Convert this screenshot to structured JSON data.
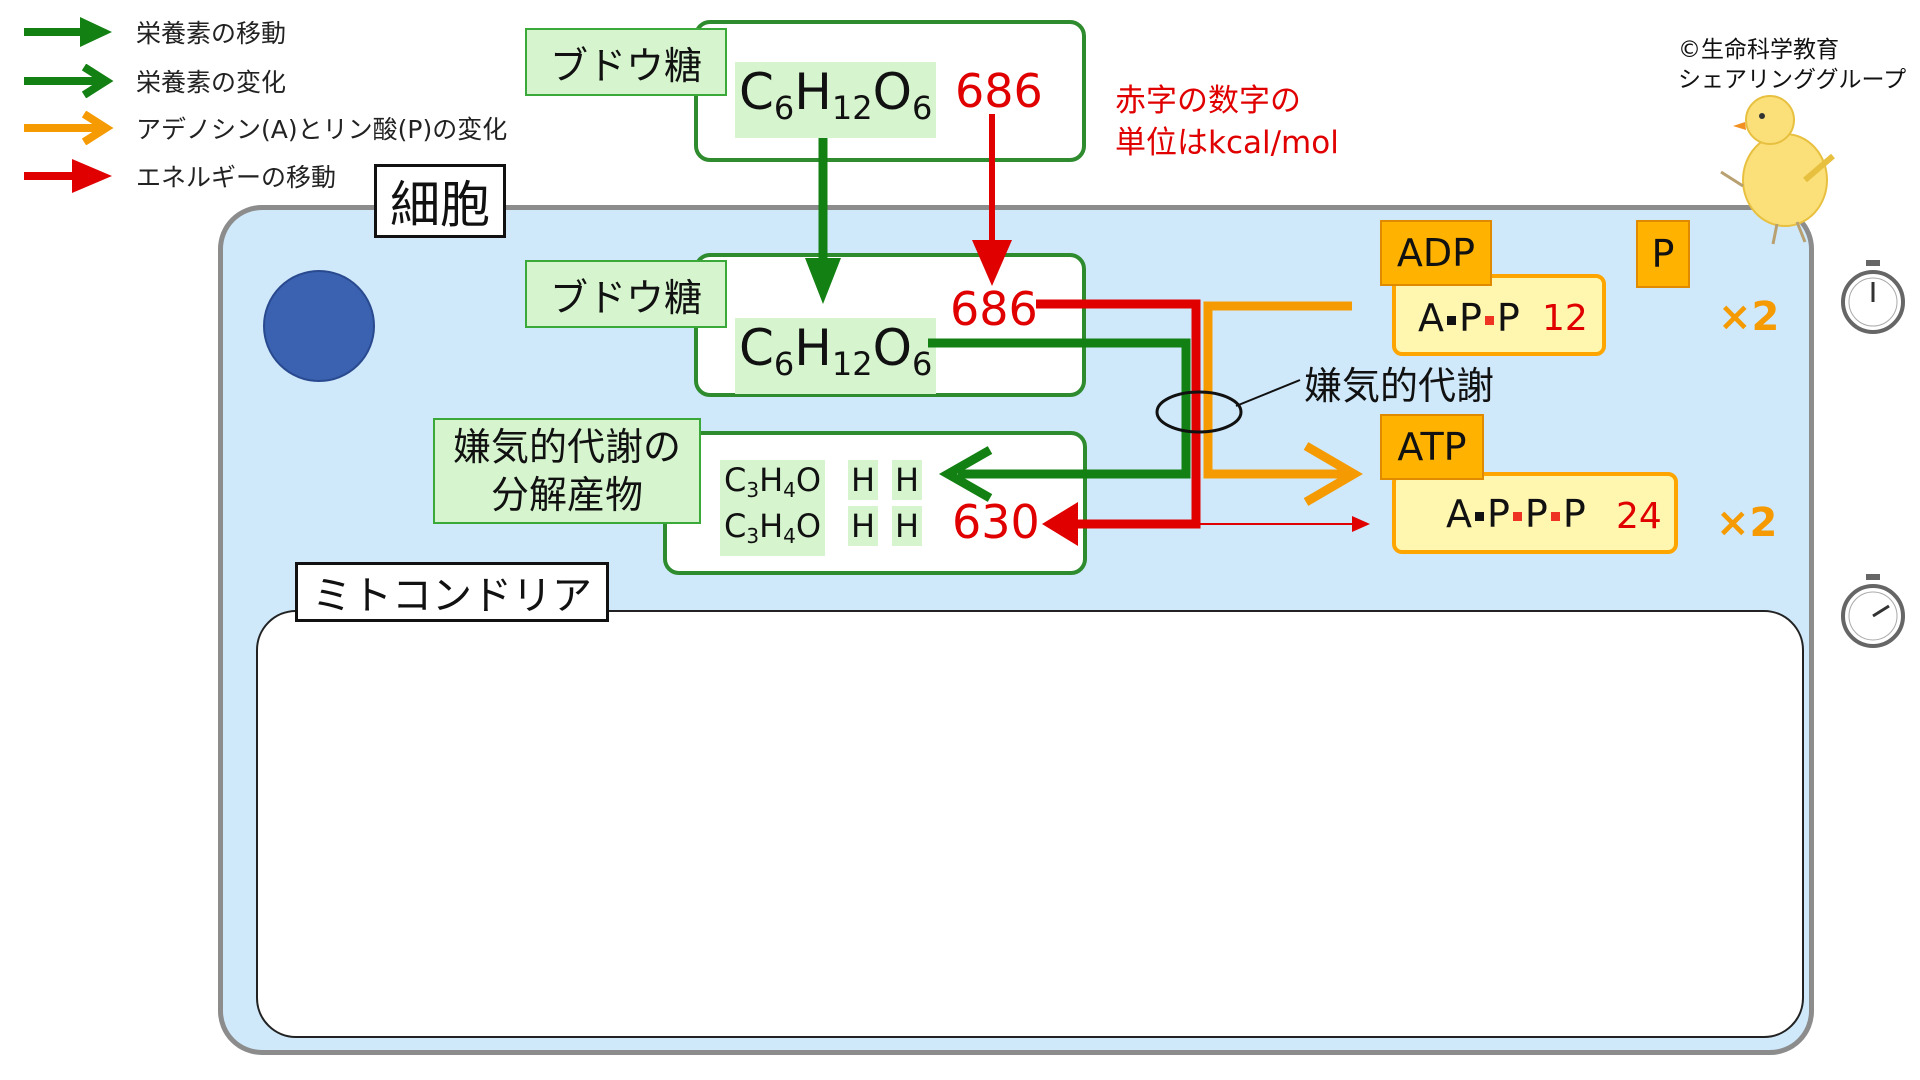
{
  "legend": [
    {
      "label": "栄養素の移動",
      "color": "#138013"
    },
    {
      "label": "栄養素の変化",
      "color": "#138013"
    },
    {
      "label": "アデノシン(A)とリン酸(P)の変化",
      "color": "#f59a00"
    },
    {
      "label": "エネルギーの移動",
      "color": "#e00000"
    }
  ],
  "cell_label": "細胞",
  "mito_label": "ミトコンドリア",
  "glucose_label": "ブドウ糖",
  "glucose_formula": {
    "c": "C",
    "c_n": "6",
    "h": "H",
    "h_n": "12",
    "o": "O",
    "o_n": "6"
  },
  "energy_top": "686",
  "energy_mid": "686",
  "energy_out": "630",
  "unit_note": {
    "line1": "赤字の数字の",
    "line2": "単位はkcal/mol"
  },
  "copyright": {
    "line1": "©生命科学教育",
    "line2": "シェアリンググループ"
  },
  "anaerobic_label": "嫌気的代謝",
  "product_label": {
    "line1": "嫌気的代謝の",
    "line2": "分解産物"
  },
  "product_formula": {
    "c": "C",
    "c_n": "3",
    "h": "H",
    "h_n": "4",
    "o": "O",
    "h_atom": "H"
  },
  "adp": {
    "tag": "ADP",
    "a": "A",
    "p": "P",
    "energy": "12",
    "times": "×2"
  },
  "phosphate": "P",
  "atp": {
    "tag": "ATP",
    "a": "A",
    "p": "P",
    "energy": "24",
    "times": "×2"
  },
  "colors": {
    "green": "#138013",
    "red": "#e00000",
    "orange": "#f59a00",
    "cell_bg": "#cfe9fb",
    "nucleus": "#3a62b0"
  },
  "icons": [
    "stopwatch-icon",
    "chick-illustration"
  ]
}
